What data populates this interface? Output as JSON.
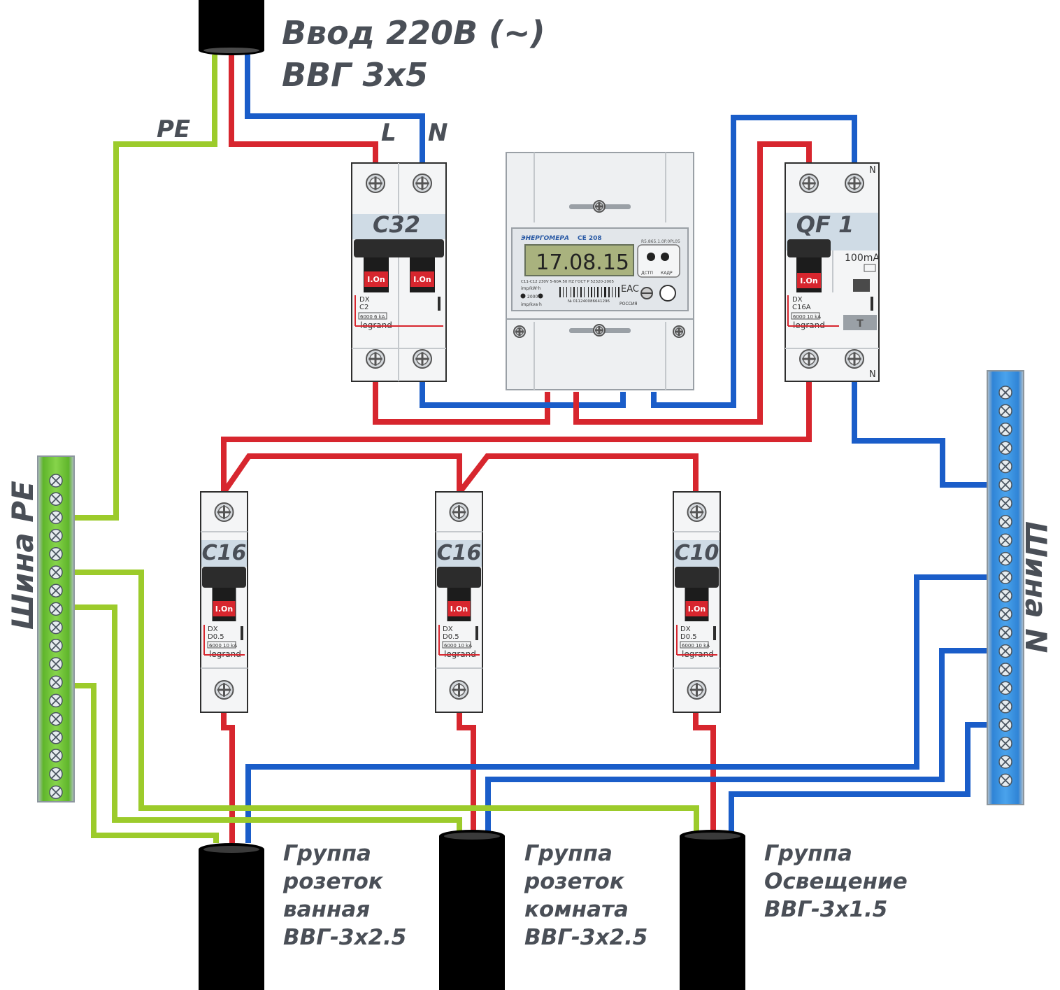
{
  "input": {
    "title_line1": "Ввод 220В (~)",
    "title_line2": "ВВГ 3x5"
  },
  "wire_tags": {
    "pe": "PE",
    "l": "L",
    "n": "N"
  },
  "main_breaker": {
    "label": "C32",
    "toggle_left": "I.On",
    "toggle_right": "I.On",
    "model": "DX",
    "rating": "C2",
    "capacity": "6000 6 kA",
    "brand": "legrand"
  },
  "meter": {
    "brand": "ЭНЕРГОМЕРА",
    "model": "CE 208",
    "display_value": "17.08.15",
    "button_left": "ДСТП",
    "button_right": "КАДР",
    "spec_line": "C11-C12 230V   5-60A   50 HZ   ГОСТ Р 52320-2005",
    "imp_kwh": "imp/kW·h",
    "imp_value": "2000",
    "imp_kvah": "imp/kva·h",
    "serial": "№ 011240086641296",
    "country": "РОССИЯ",
    "cert": "EAC",
    "accuracy": "R5.865.1.0P.0PL05"
  },
  "rcd": {
    "label": "QF 1",
    "toggle": "I.On",
    "sensitivity": "100mA",
    "model": "DX",
    "rating": "C16A",
    "capacity": "6000 10 kA",
    "brand": "legrand",
    "n_top": "N",
    "n_bottom": "N"
  },
  "group_breakers": [
    {
      "label": "C16",
      "toggle": "I.On",
      "model": "DX",
      "rating": "D0.5",
      "capacity": "6000 10 kA",
      "brand": "legrand"
    },
    {
      "label": "C16",
      "toggle": "I.On",
      "model": "DX",
      "rating": "D0.5",
      "capacity": "6000 10 kA",
      "brand": "legrand"
    },
    {
      "label": "C10",
      "toggle": "I.On",
      "model": "DX",
      "rating": "D0.5",
      "capacity": "6000 10 kA",
      "brand": "legrand"
    }
  ],
  "busbars": {
    "pe_label": "Шина PE",
    "n_label": "Шина N"
  },
  "groups": [
    {
      "line1": "Группа",
      "line2": "розеток",
      "line3": "ванная",
      "line4": "ВВГ-3x2.5"
    },
    {
      "line1": "Группа",
      "line2": "розеток",
      "line3": "комната",
      "line4": "ВВГ-3x2.5"
    },
    {
      "line1": "Группа",
      "line2": "Освещение",
      "line3": "ВВГ-3x1.5"
    }
  ],
  "colors": {
    "phase": "#d7262e",
    "neutral": "#1a5dc9",
    "earth": "#9ccb2b",
    "cable": "#000000",
    "label_text": "#4a4f57",
    "pe_bus": "#7ccb3c",
    "n_bus": "#3a95e0"
  }
}
